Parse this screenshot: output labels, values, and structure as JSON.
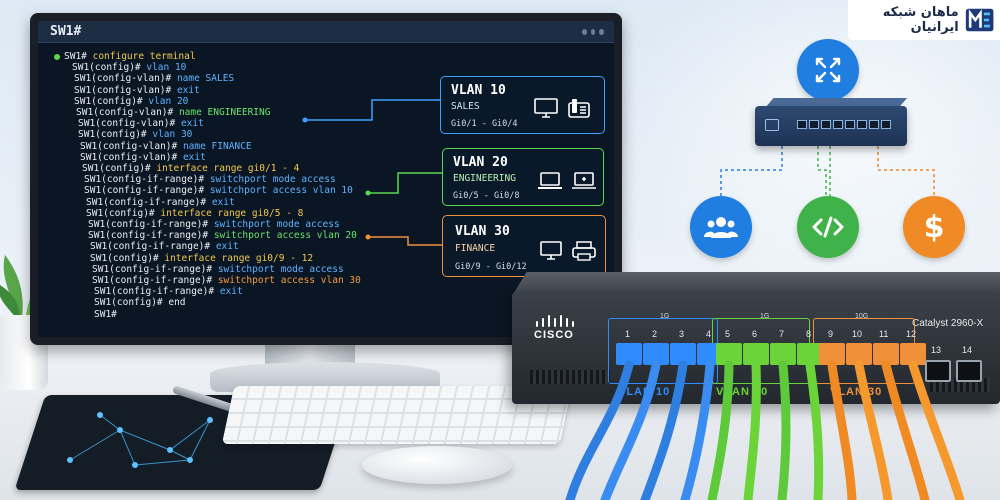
{
  "brand_logo": {
    "text": "ماهان شبکه ایرانیان",
    "accent": "#1e3a7a"
  },
  "terminal": {
    "title": "SW1#",
    "lines": [
      {
        "prompt": "SW1#",
        "cmd": " configure terminal",
        "color": "#f2c94c"
      },
      {
        "prompt": "SW1(config)#",
        "cmd": " vlan 10",
        "color": "#5fb2ff"
      },
      {
        "prompt": "SW1(config-vlan)#",
        "cmd": " name SALES",
        "color": "#5fb2ff"
      },
      {
        "prompt": "SW1(config-vlan)#",
        "cmd": " exit",
        "color": "#5fb2ff"
      },
      {
        "prompt": "SW1(config)#",
        "cmd": " vlan 20",
        "color": "#5fb2ff"
      },
      {
        "prompt": "SW1(config-vlan)#",
        "cmd": " name ENGINEERING",
        "color": "#6ee06a"
      },
      {
        "prompt": "SW1(config-vlan)#",
        "cmd": " exit",
        "color": "#5fb2ff"
      },
      {
        "prompt": "SW1(config)#",
        "cmd": " vlan 30",
        "color": "#5fb2ff"
      },
      {
        "prompt": "SW1(config-vlan)#",
        "cmd": " name FINANCE",
        "color": "#5fb2ff"
      },
      {
        "prompt": "SW1(config-vlan)#",
        "cmd": " exit",
        "color": "#5fb2ff"
      },
      {
        "prompt": "SW1(config)#",
        "cmd": " interface range gi0/1 - 4",
        "color": "#f2c94c"
      },
      {
        "prompt": "SW1(config-if-range)#",
        "cmd": " switchport mode access",
        "color": "#5fb2ff"
      },
      {
        "prompt": "SW1(config-if-range)#",
        "cmd": " switchport access vlan 10",
        "color": "#5fb2ff"
      },
      {
        "prompt": "SW1(config-if-range)#",
        "cmd": " exit",
        "color": "#5fb2ff"
      },
      {
        "prompt": "SW1(config)#",
        "cmd": " interface range gi0/5 - 8",
        "color": "#f2c94c"
      },
      {
        "prompt": "SW1(config-if-range)#",
        "cmd": " switchport mode access",
        "color": "#5fb2ff"
      },
      {
        "prompt": "SW1(config-if-range)#",
        "cmd": " switchport access vlan 20",
        "color": "#6ee06a"
      },
      {
        "prompt": "SW1(config-if-range)#",
        "cmd": " exit",
        "color": "#5fb2ff"
      },
      {
        "prompt": "SW1(config)#",
        "cmd": " interface range gi0/9 - 12",
        "color": "#f2c94c"
      },
      {
        "prompt": "SW1(config-if-range)#",
        "cmd": " switchport mode access",
        "color": "#5fb2ff"
      },
      {
        "prompt": "SW1(config-if-range)#",
        "cmd": " switchport access vlan 30",
        "color": "#f39c3d"
      },
      {
        "prompt": "SW1(config-if-range)#",
        "cmd": " exit",
        "color": "#5fb2ff"
      },
      {
        "prompt": "SW1(config)#",
        "cmd": " end",
        "color": "#e9edf2"
      },
      {
        "prompt": "SW1#",
        "cmd": "",
        "color": "#e9edf2"
      }
    ]
  },
  "vlan_cards": [
    {
      "title": "VLAN 10",
      "name": "SALES",
      "ports": "Gi0/1 - Gi0/4",
      "color": "#3fa0ff",
      "icons": [
        "monitor-icon",
        "phone-icon"
      ]
    },
    {
      "title": "VLAN 20",
      "name": "ENGINEERING",
      "ports": "Gi0/5 - Gi0/8",
      "color": "#5bd64f",
      "icons": [
        "laptop-icon",
        "laptop-icon"
      ]
    },
    {
      "title": "VLAN 30",
      "name": "FINANCE",
      "ports": "Gi0/9 - Gi0/12",
      "color": "#f0913a",
      "icons": [
        "monitor-icon",
        "printer-icon"
      ]
    }
  ],
  "switch": {
    "brand": "CISCO",
    "model": "Catalyst 2960-X",
    "speeds": [
      "1G",
      "1G",
      "10G"
    ],
    "port_numbers": [
      "1",
      "2",
      "3",
      "4",
      "5",
      "6",
      "7",
      "8",
      "9",
      "10",
      "11",
      "12",
      "13",
      "14"
    ],
    "group_labels": [
      "VLAN 10",
      "VLAN 20",
      "VLAN 30"
    ],
    "group_colors": [
      "#2e8cff",
      "#6ad438",
      "#f0913a"
    ]
  },
  "topology": {
    "router": {
      "icon": "router-icon",
      "color": "#1f7ee0"
    },
    "nodes": [
      {
        "icon": "users-icon",
        "color": "#1f7ee0"
      },
      {
        "icon": "code-icon",
        "color": "#3fb34a"
      },
      {
        "icon": "dollar-icon",
        "color": "#f08a25"
      }
    ]
  }
}
